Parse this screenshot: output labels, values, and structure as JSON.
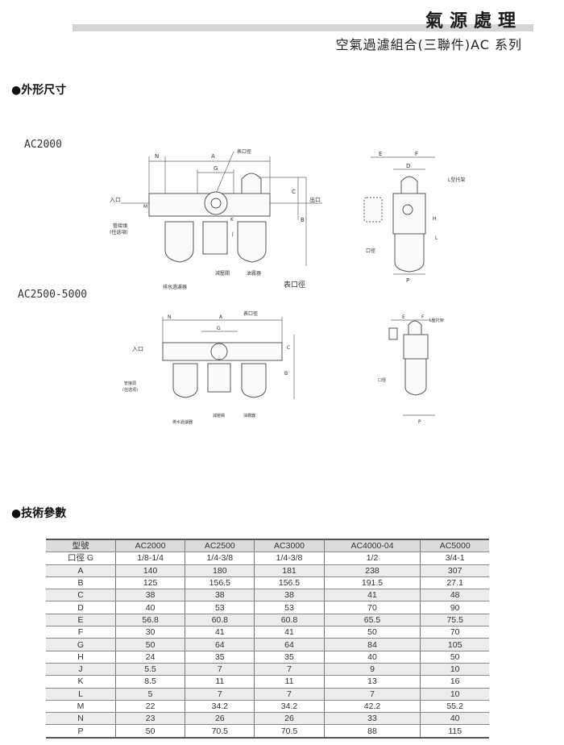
{
  "header": {
    "title": "氣源處理",
    "subtitle": "空氣過濾組合(三聯件)AC 系列"
  },
  "sections": {
    "dimensions": "●外形尺寸",
    "specs": "●技術參數"
  },
  "drawings": {
    "model_small": "AC2000",
    "model_large": "AC2500-5000",
    "labels": {
      "gauge_port": "表口徑",
      "inlet": "入口",
      "outlet": "出口",
      "fitting": "管接頭",
      "fitting_optional": "(任选項)",
      "drain_filter": "排水過濾器",
      "regulator": "減壓閥",
      "lubricator": "油霧器",
      "bracket": "L型托架",
      "port": "口徑",
      "gauge_port_caption": "表口徑"
    },
    "dims": {
      "A": "A",
      "B": "B",
      "C": "C",
      "D": "D",
      "E": "E",
      "F": "F",
      "G": "G",
      "H": "H",
      "J": "J",
      "K": "K",
      "L": "L",
      "M": "M",
      "N": "N",
      "P": "P"
    }
  },
  "table": {
    "header": [
      "型號",
      "AC2000",
      "AC2500",
      "AC3000",
      "AC4000-04",
      "AC5000"
    ],
    "rows": [
      [
        "口徑 G",
        "1/8-1/4",
        "1/4-3/8",
        "1/4-3/8",
        "1/2",
        "3/4-1"
      ],
      [
        "A",
        "140",
        "180",
        "181",
        "238",
        "307"
      ],
      [
        "B",
        "125",
        "156.5",
        "156.5",
        "191.5",
        "27.1"
      ],
      [
        "C",
        "38",
        "38",
        "38",
        "41",
        "48"
      ],
      [
        "D",
        "40",
        "53",
        "53",
        "70",
        "90"
      ],
      [
        "E",
        "56.8",
        "60.8",
        "60.8",
        "65.5",
        "75.5"
      ],
      [
        "F",
        "30",
        "41",
        "41",
        "50",
        "70"
      ],
      [
        "G",
        "50",
        "64",
        "64",
        "84",
        "105"
      ],
      [
        "H",
        "24",
        "35",
        "35",
        "40",
        "50"
      ],
      [
        "J",
        "5.5",
        "7",
        "7",
        "9",
        "10"
      ],
      [
        "K",
        "8.5",
        "11",
        "11",
        "13",
        "16"
      ],
      [
        "L",
        "5",
        "7",
        "7",
        "7",
        "10"
      ],
      [
        "M",
        "22",
        "34.2",
        "34.2",
        "42.2",
        "55.2"
      ],
      [
        "N",
        "23",
        "26",
        "26",
        "33",
        "40"
      ],
      [
        "P",
        "50",
        "70.5",
        "70.5",
        "88",
        "115"
      ]
    ]
  }
}
